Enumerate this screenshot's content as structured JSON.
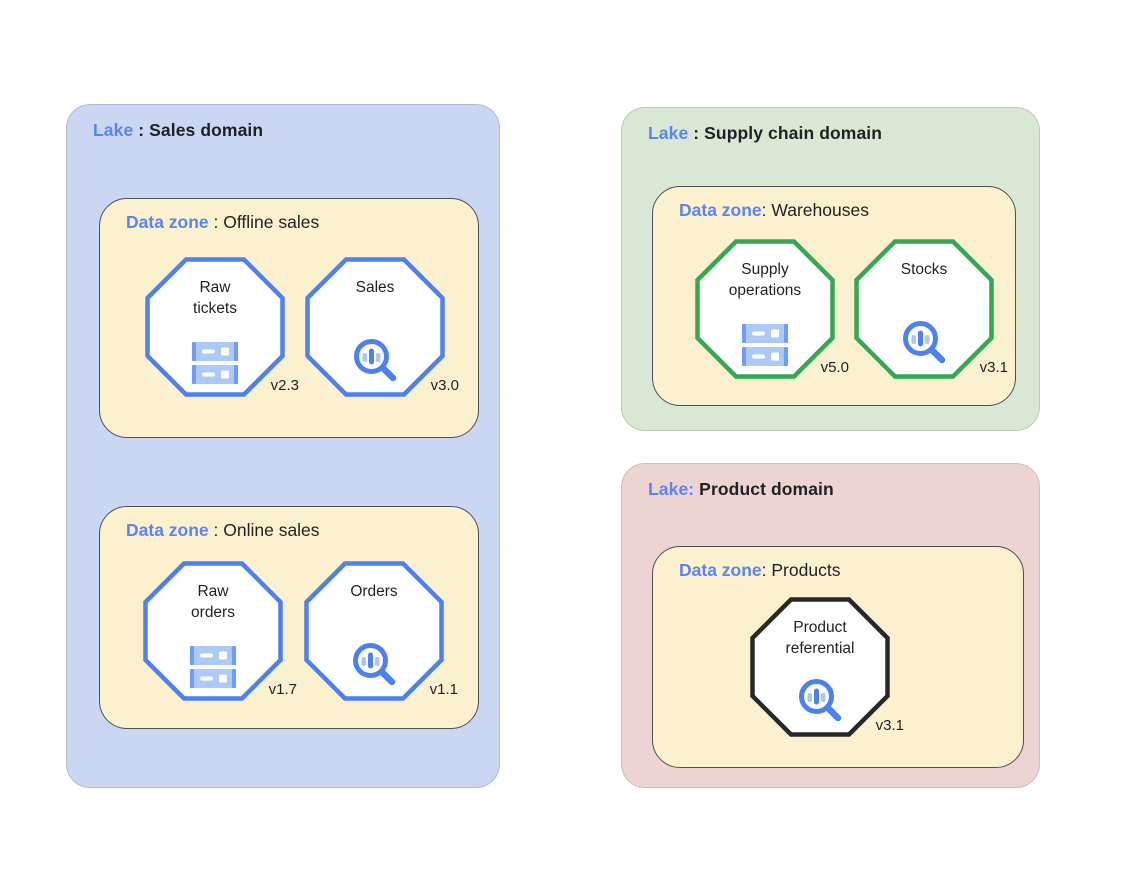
{
  "colors": {
    "lake_blue_bg": "#cad6f2",
    "lake_green_bg": "#d9e7d5",
    "lake_pink_bg": "#edd4d3",
    "zone_bg": "#fbf1cf",
    "zone_border": "#4d5156",
    "label_blue": "#5b85f1",
    "octagon_blue": "#4d80f0",
    "octagon_green": "#34a853",
    "octagon_black": "#26282a",
    "icon_blue": "#4d80f0",
    "icon_light_blue": "#adc9f8",
    "icon_medium_blue": "#6d9ef5",
    "text_dark": "#1f2124"
  },
  "lakes": [
    {
      "title": {
        "prefix": "Lake",
        "rest": " : Sales domain"
      },
      "zones": [
        {
          "title": {
            "prefix": "Data zone",
            "rest": " : Offline sales"
          },
          "entities": [
            {
              "label": "Raw\ntickets",
              "version": "v2.3",
              "icon": "storage-server-icon",
              "border": "octagon_blue"
            },
            {
              "label": "Sales",
              "version": "v3.0",
              "icon": "search-analytics-icon",
              "border": "octagon_blue"
            }
          ]
        },
        {
          "title": {
            "prefix": "Data zone",
            "rest": " : Online sales"
          },
          "entities": [
            {
              "label": "Raw\norders",
              "version": "v1.7",
              "icon": "storage-server-icon",
              "border": "octagon_blue"
            },
            {
              "label": "Orders",
              "version": "v1.1",
              "icon": "search-analytics-icon",
              "border": "octagon_blue"
            }
          ]
        }
      ]
    },
    {
      "title": {
        "prefix": "Lake",
        "rest": " : Supply chain domain"
      },
      "zones": [
        {
          "title": {
            "prefix": "Data zone",
            "rest": ": Warehouses"
          },
          "entities": [
            {
              "label": "Supply\noperations",
              "version": "v5.0",
              "icon": "storage-server-icon",
              "border": "octagon_green"
            },
            {
              "label": "Stocks",
              "version": "v3.1",
              "icon": "search-analytics-icon",
              "border": "octagon_green"
            }
          ]
        }
      ]
    },
    {
      "title": {
        "prefix": "Lake:",
        "rest": " Product domain"
      },
      "zones": [
        {
          "title": {
            "prefix": "Data zone",
            "rest": ": Products"
          },
          "entities": [
            {
              "label": "Product\nreferential",
              "version": "v3.1",
              "icon": "search-analytics-icon",
              "border": "octagon_black"
            }
          ]
        }
      ]
    }
  ]
}
